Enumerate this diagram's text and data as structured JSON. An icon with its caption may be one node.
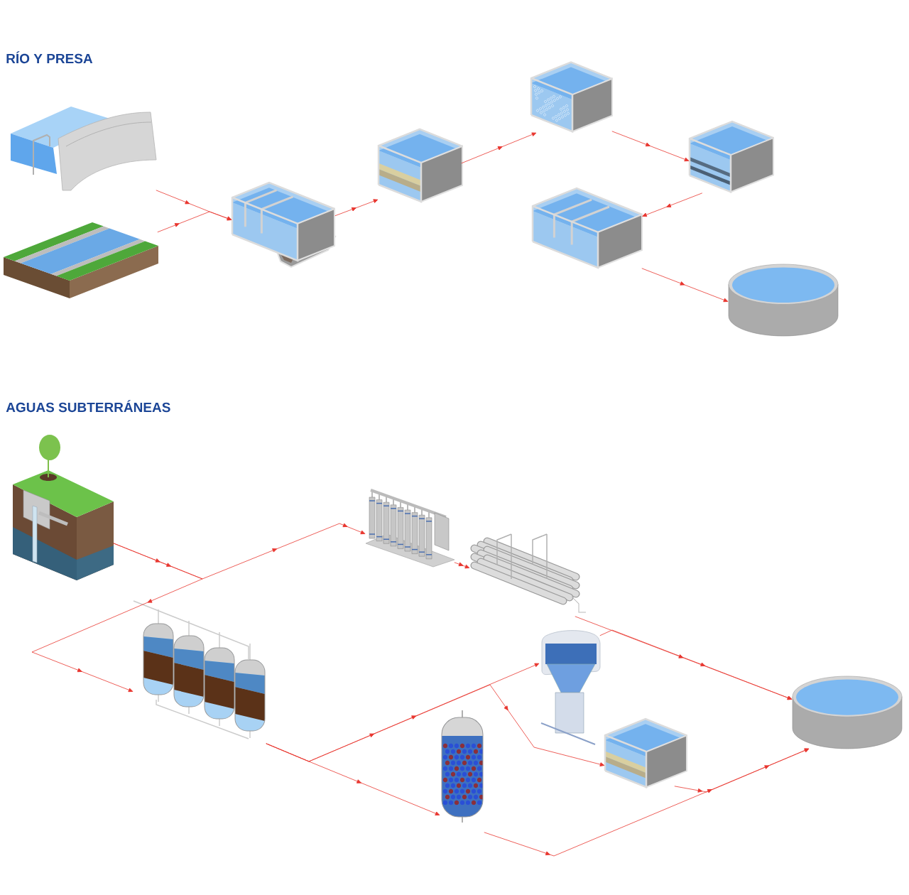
{
  "diagram": {
    "nodes": [
      {
        "text": [],
        "shape": "picture"
      },
      {
        "text": [],
        "shape": "picture"
      },
      {
        "text": [],
        "shape": "picture"
      },
      {
        "text": [],
        "shape": "picture"
      },
      {
        "text": [],
        "shape": "picture"
      },
      {
        "text": [],
        "shape": "picture"
      },
      {
        "text": [],
        "shape": "picture"
      },
      {
        "text": [],
        "shape": "cylinder"
      },
      {
        "text": [],
        "shape": "picture"
      },
      {
        "text": [],
        "shape": "picture"
      },
      {
        "text": [],
        "shape": "picture"
      },
      {
        "text": [],
        "shape": "picture"
      },
      {
        "text": [],
        "shape": "picture"
      },
      {
        "text": [],
        "shape": "picture"
      },
      {
        "text": [],
        "shape": "picture"
      },
      {
        "text": [],
        "shape": "cylinder"
      }
    ],
    "edges": [
      {
        "from": 0,
        "to": 2,
        "arrow": "to"
      },
      {
        "from": 1,
        "to": 2,
        "arrow": "to"
      },
      {
        "from": 2,
        "to": 3,
        "arrow": "to"
      },
      {
        "from": 3,
        "to": 4,
        "arrow": "to"
      },
      {
        "from": 4,
        "to": 5,
        "arrow": "to"
      },
      {
        "from": 5,
        "to": 6,
        "arrow": "to"
      },
      {
        "from": 6,
        "to": 7,
        "arrow": "to"
      },
      {
        "from": 8,
        "to": 9,
        "arrow": "to"
      },
      {
        "from": 8,
        "to": 11,
        "arrow": "to"
      },
      {
        "from": 9,
        "to": 10,
        "arrow": "to"
      },
      {
        "from": 10,
        "to": 15,
        "arrow": "to"
      },
      {
        "from": 11,
        "to": 12,
        "arrow": "to"
      },
      {
        "from": 11,
        "to": 14,
        "arrow": "to"
      },
      {
        "from": 11,
        "to": 13,
        "arrow": "to"
      },
      {
        "from": 12,
        "to": 15,
        "arrow": "to"
      },
      {
        "from": 14,
        "to": 15,
        "arrow": "to"
      },
      {
        "from": 13,
        "to": 15,
        "arrow": "to"
      }
    ],
    "labels": [
      "RÍO Y PRESA",
      "AGUAS SUBTERRÁNEAS"
    ]
  }
}
